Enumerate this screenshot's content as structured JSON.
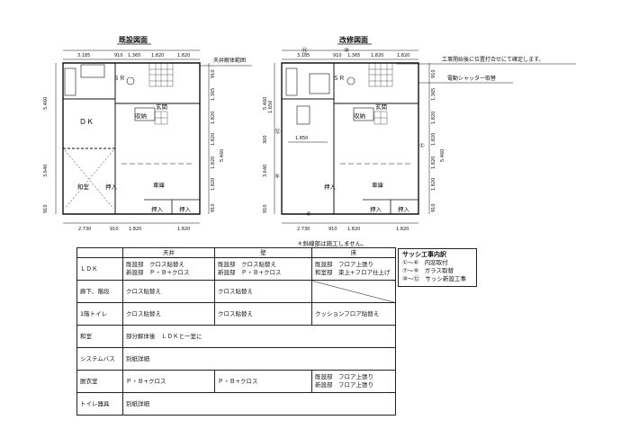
{
  "titles": {
    "existing": "既設図面",
    "renovation": "改修図面"
  },
  "existing_plan": {
    "top_dims": [
      "3.185",
      "910",
      "1.365",
      "1.820",
      "1.820"
    ],
    "bottom_dims": [
      "2.730",
      "910",
      "1.820",
      "1.820"
    ],
    "left_dims": [
      "5.460",
      "3.640",
      "910"
    ],
    "right_dims": [
      "910",
      "1.365",
      "1.820",
      "1.820",
      "1.820",
      "1.820",
      "910"
    ],
    "right_total": "5.460",
    "rooms": {
      "ldk": "ＤＫ",
      "washitsu": "和室",
      "garage": "車庫",
      "storage": "収納",
      "entrance": "玄関",
      "bath": "ＳＲ",
      "oshiire_left": "押入",
      "oshiire_1": "押入",
      "oshiire_2": "押入"
    },
    "callout": "天井解体範囲"
  },
  "renovation_plan": {
    "top_dims": [
      "3.185",
      "910",
      "1.365",
      "1.820",
      "1.820"
    ],
    "bottom_dims": [
      "2.730",
      "910",
      "1.820",
      "1.820"
    ],
    "left_dims": [
      "300",
      "1.650",
      "5.460",
      "3.640",
      "910"
    ],
    "right_dims": [
      "910",
      "1.365",
      "1.820",
      "1.820",
      "1.820",
      "1.820",
      "910"
    ],
    "right_total": "5.460",
    "inner_dim": "1.850",
    "rooms": {
      "garage": "車庫",
      "storage": "収納",
      "entrance": "玄関",
      "bath": "ＳＲ",
      "oshiire_left": "押入",
      "oshiire_1": "押入",
      "oshiire_2": "押入"
    },
    "callout_1": "工事開始後に位置打合せにて確定します。",
    "callout_2": "電動シャッター取替",
    "markers": [
      "⑪",
      "⑩",
      "⑫",
      "⑤",
      "⑥",
      "①"
    ]
  },
  "note": "＊斜線部は施工しません。",
  "sash": {
    "title": "サッシ工事内訳",
    "lines": [
      "①～⑥　内窓取付",
      "⑦～⑨　ガラス取替",
      "⑩～⑫　サッシ新設工事"
    ]
  },
  "spec_table": {
    "headers": [
      "",
      "天井",
      "壁",
      "床"
    ],
    "rows": [
      {
        "label": "ＬＤＫ",
        "ceiling": "既設部　クロス貼替え\n新設部　Ｐ・Ｂ+クロス",
        "wall": "既設部　クロス貼替え\n新設部　Ｐ・Ｂ+クロス",
        "floor": "既設部　フロア上張り\n和室部　束上+フロア仕上げ"
      },
      {
        "label": "廊下、階段",
        "ceiling": "クロス貼替え",
        "wall": "クロス貼替え",
        "floor": ""
      },
      {
        "label": "1階トイレ",
        "ceiling": "クロス貼替え",
        "wall": "クロス貼替え",
        "floor": "クッションフロア貼替え"
      },
      {
        "label": "和室",
        "span": "部分解体後　ＬＤＫと一室に"
      },
      {
        "label": "システムバス",
        "span": "別紙詳細"
      },
      {
        "label": "脱衣室",
        "ceiling": "Ｐ・Ｂ+クロス",
        "wall": "Ｐ・Ｂ+クロス",
        "floor": "既設部　フロア上張り\n新設部　フロア上張り"
      },
      {
        "label": "トイレ器具",
        "span": "別紙詳細"
      }
    ]
  }
}
